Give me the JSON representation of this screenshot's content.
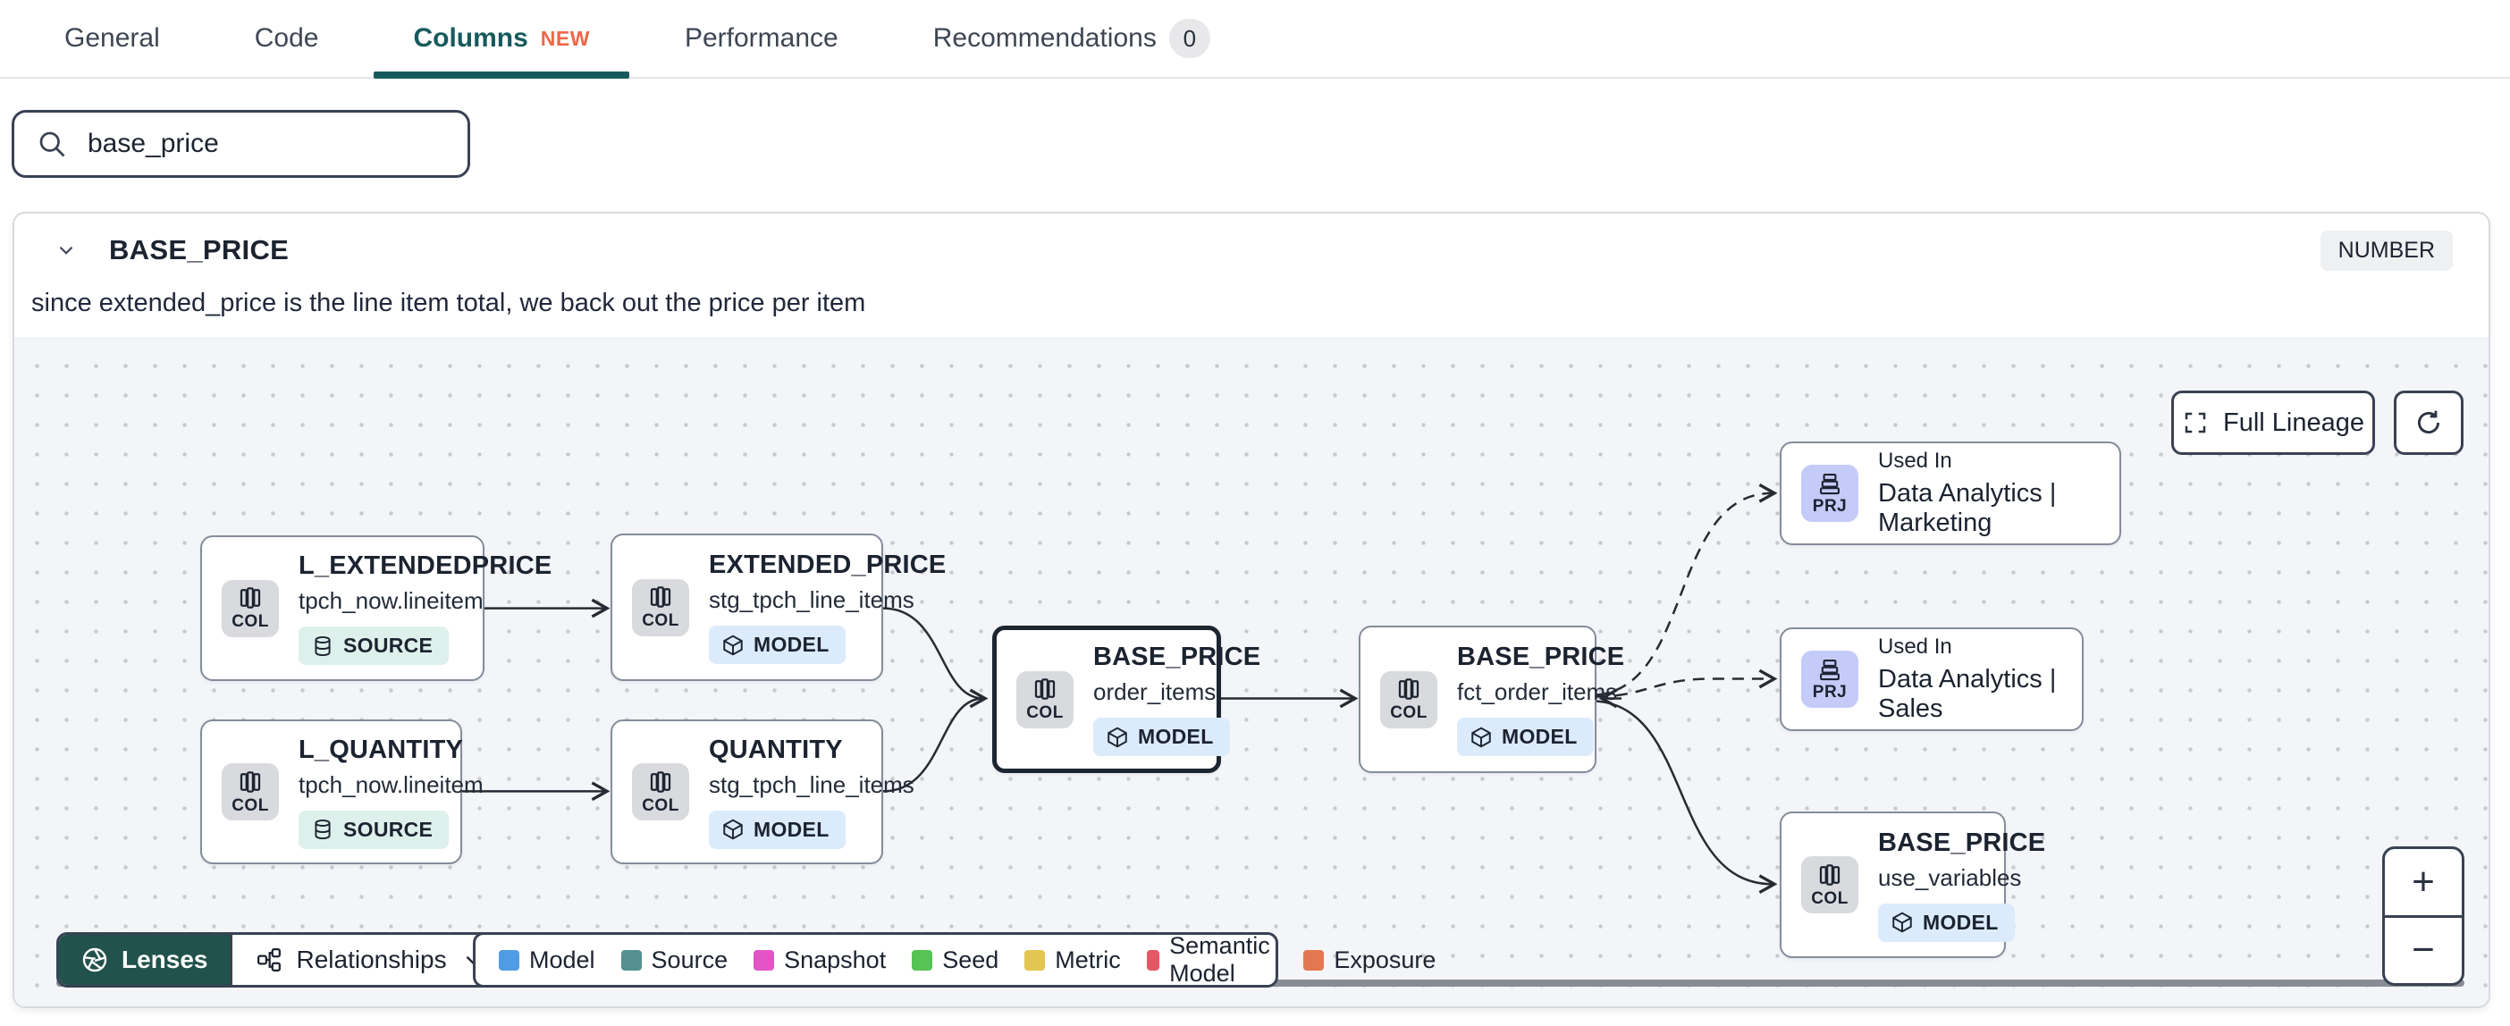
{
  "tabs": {
    "items": [
      {
        "label": "General"
      },
      {
        "label": "Code"
      },
      {
        "label": "Columns",
        "badge": "NEW",
        "active": true
      },
      {
        "label": "Performance"
      },
      {
        "label": "Recommendations",
        "badge": "0"
      }
    ]
  },
  "search": {
    "value": "base_price"
  },
  "column": {
    "name": "BASE_PRICE",
    "type": "NUMBER",
    "description": "since extended_price is the line item total, we back out the price per item"
  },
  "lineage": {
    "full_lineage_label": "Full Lineage",
    "zoom_in": "+",
    "zoom_out": "−",
    "lenses_label": "Lenses",
    "relationships_label": "Relationships",
    "nodes": [
      {
        "icon_label": "COL",
        "title": "L_EXTENDEDPRICE",
        "subtitle": "tpch_now.lineitem",
        "badge": "SOURCE"
      },
      {
        "icon_label": "COL",
        "title": "EXTENDED_PRICE",
        "subtitle": "stg_tpch_line_items",
        "badge": "MODEL"
      },
      {
        "icon_label": "COL",
        "title": "L_QUANTITY",
        "subtitle": "tpch_now.lineitem",
        "badge": "SOURCE"
      },
      {
        "icon_label": "COL",
        "title": "QUANTITY",
        "subtitle": "stg_tpch_line_items",
        "badge": "MODEL"
      },
      {
        "icon_label": "COL",
        "title": "BASE_PRICE",
        "subtitle": "order_items",
        "badge": "MODEL",
        "selected": true
      },
      {
        "icon_label": "COL",
        "title": "BASE_PRICE",
        "subtitle": "fct_order_items",
        "badge": "MODEL"
      },
      {
        "icon_label": "PRJ",
        "eyebrow": "Used In",
        "title": "Data Analytics | Marketing"
      },
      {
        "icon_label": "PRJ",
        "eyebrow": "Used In",
        "title": "Data Analytics | Sales"
      },
      {
        "icon_label": "COL",
        "title": "BASE_PRICE",
        "subtitle": "use_variables",
        "badge": "MODEL"
      }
    ],
    "legend": [
      {
        "label": "Model",
        "color": "#4f9ce5"
      },
      {
        "label": "Source",
        "color": "#549090"
      },
      {
        "label": "Snapshot",
        "color": "#e155c5"
      },
      {
        "label": "Seed",
        "color": "#55c455"
      },
      {
        "label": "Metric",
        "color": "#e3c552"
      },
      {
        "label": "Semantic Model",
        "color": "#e45864"
      },
      {
        "label": "Exposure",
        "color": "#e3774f"
      }
    ]
  },
  "colors": {
    "accent_teal": "#175a5e",
    "new_badge_orange": "#ee6747",
    "lenses_bg": "#21524b",
    "selected_node_border": "#1d2530"
  }
}
